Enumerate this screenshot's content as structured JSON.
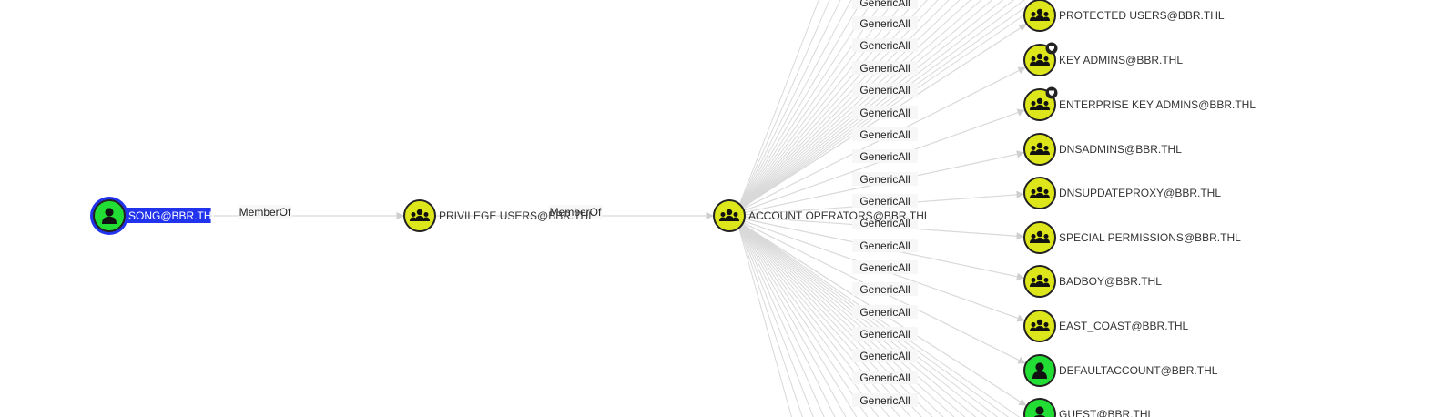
{
  "graph": {
    "colors": {
      "user_node": "#22dd33",
      "group_node": "#dde61a",
      "node_outline": "#222222",
      "selected_ring": "#2233ee",
      "selected_label_bg": "#2233ee",
      "edge": "#d9d9d9"
    },
    "nodes": [
      {
        "id": "song",
        "label": "SONG@BBR.THL",
        "kind": "user",
        "icon": "user-icon",
        "selected": true
      },
      {
        "id": "privilege",
        "label": "PRIVILEGE USERS@BBR.THL",
        "kind": "group",
        "icon": "group-icon"
      },
      {
        "id": "acctops",
        "label": "ACCOUNT OPERATORS@BBR.THL",
        "kind": "group",
        "icon": "group-icon"
      },
      {
        "id": "protected",
        "label": "PROTECTED USERS@BBR.THL",
        "kind": "group",
        "icon": "group-icon"
      },
      {
        "id": "keyadmins",
        "label": "KEY ADMINS@BBR.THL",
        "kind": "group",
        "icon": "group-icon",
        "badge": "shield-badge-icon"
      },
      {
        "id": "entkeyadmins",
        "label": "ENTERPRISE KEY ADMINS@BBR.THL",
        "kind": "group",
        "icon": "group-icon",
        "badge": "shield-badge-icon"
      },
      {
        "id": "dnsadmins",
        "label": "DNSADMINS@BBR.THL",
        "kind": "group",
        "icon": "group-icon"
      },
      {
        "id": "dnsupdateproxy",
        "label": "DNSUPDATEPROXY@BBR.THL",
        "kind": "group",
        "icon": "group-icon"
      },
      {
        "id": "specialperm",
        "label": "SPECIAL PERMISSIONS@BBR.THL",
        "kind": "group",
        "icon": "group-icon"
      },
      {
        "id": "badboy",
        "label": "BADBOY@BBR.THL",
        "kind": "group",
        "icon": "group-icon"
      },
      {
        "id": "eastcoast",
        "label": "EAST_COAST@BBR.THL",
        "kind": "group",
        "icon": "group-icon"
      },
      {
        "id": "defaultaccount",
        "label": "DEFAULTACCOUNT@BBR.THL",
        "kind": "user",
        "icon": "user-icon"
      },
      {
        "id": "guest",
        "label": "GUEST@BBR.THL",
        "kind": "user",
        "icon": "user-icon"
      }
    ],
    "edges": [
      {
        "from": "song",
        "to": "privilege",
        "label": "MemberOf"
      },
      {
        "from": "privilege",
        "to": "acctops",
        "label": "MemberOf"
      },
      {
        "from": "acctops",
        "to": "protected",
        "label": "GenericAll"
      },
      {
        "from": "acctops",
        "to": "keyadmins",
        "label": "GenericAll"
      },
      {
        "from": "acctops",
        "to": "entkeyadmins",
        "label": "GenericAll"
      },
      {
        "from": "acctops",
        "to": "dnsadmins",
        "label": "GenericAll"
      },
      {
        "from": "acctops",
        "to": "dnsupdateproxy",
        "label": "GenericAll"
      },
      {
        "from": "acctops",
        "to": "specialperm",
        "label": "GenericAll"
      },
      {
        "from": "acctops",
        "to": "badboy",
        "label": "GenericAll"
      },
      {
        "from": "acctops",
        "to": "eastcoast",
        "label": "GenericAll"
      },
      {
        "from": "acctops",
        "to": "defaultaccount",
        "label": "GenericAll"
      },
      {
        "from": "acctops",
        "to": "guest",
        "label": "GenericAll"
      }
    ],
    "offscreen_generic_labels": [
      "GenericAll",
      "GenericAll",
      "GenericAll",
      "GenericAll",
      "GenericAll",
      "GenericAll",
      "GenericAll",
      "GenericAll",
      "GenericAll"
    ]
  }
}
